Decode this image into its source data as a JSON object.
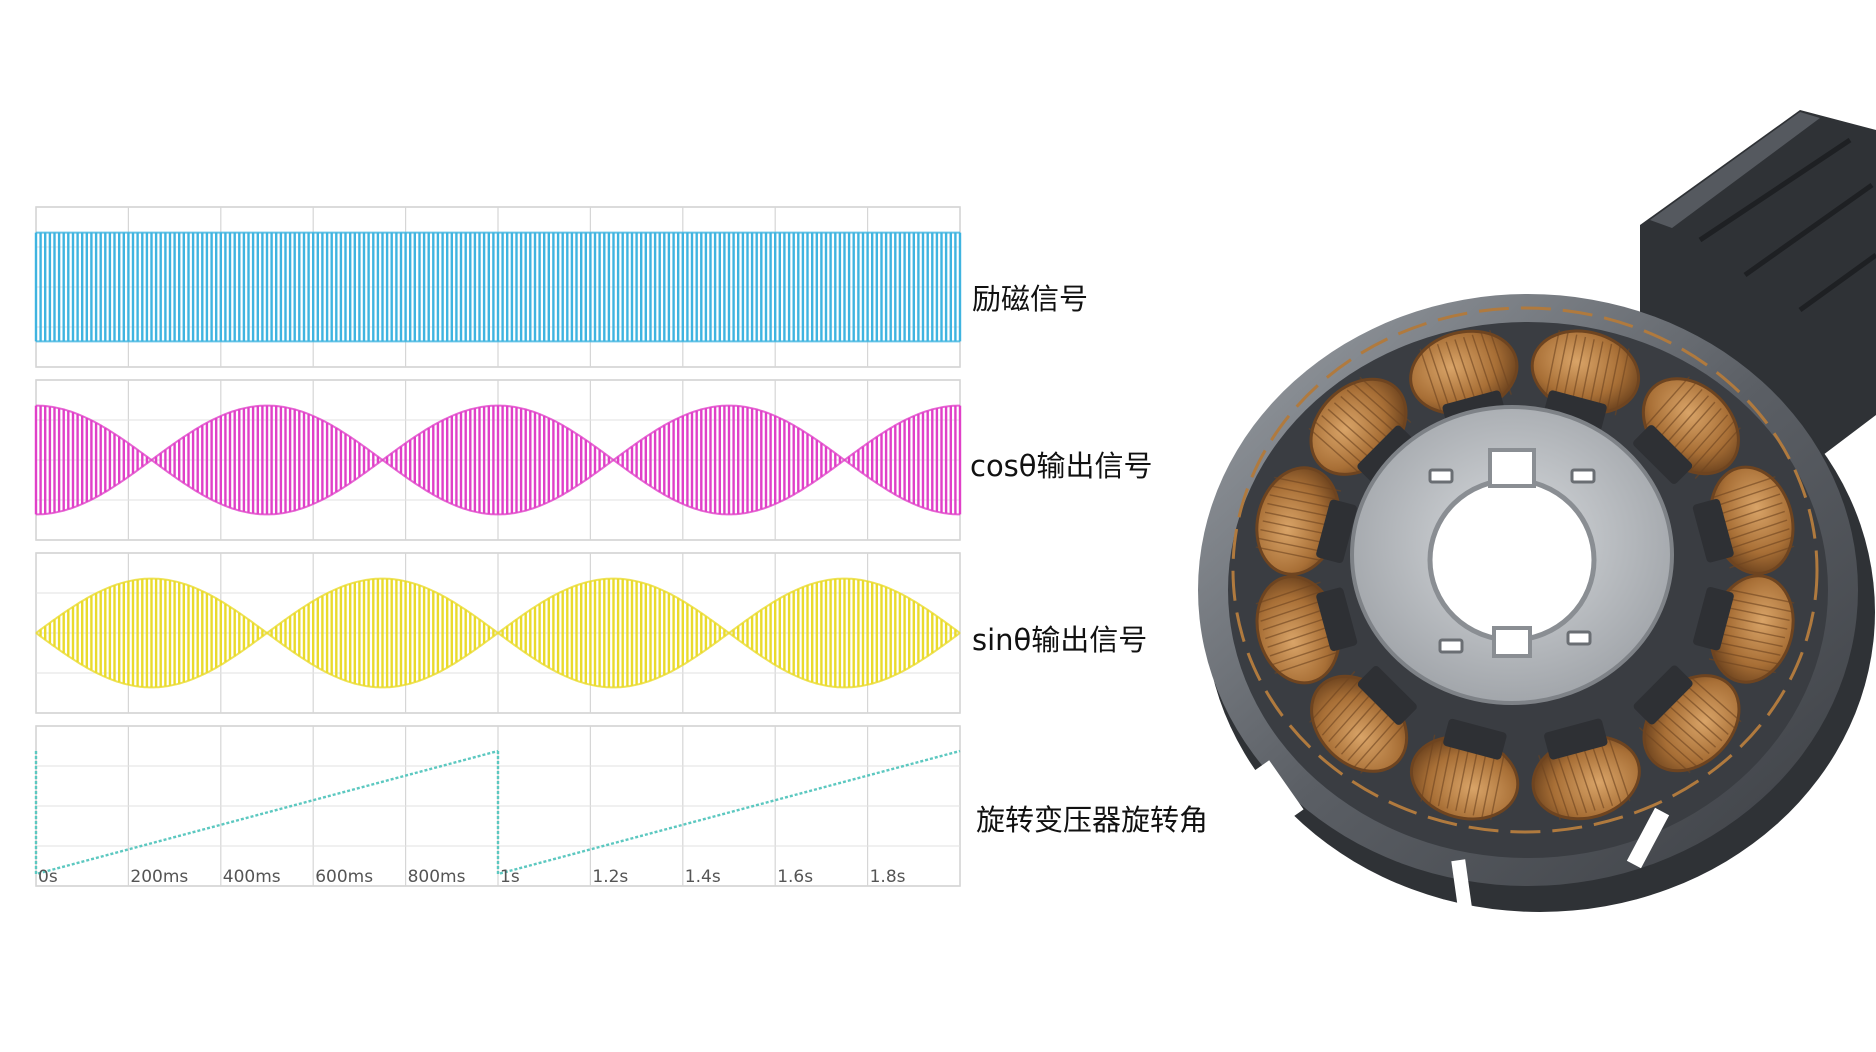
{
  "chart_data": {
    "type": "line",
    "x": {
      "unit": "s",
      "range": [
        0,
        2
      ],
      "ticks": [
        {
          "value": 0,
          "label": "0s"
        },
        {
          "value": 0.2,
          "label": "200ms"
        },
        {
          "value": 0.4,
          "label": "400ms"
        },
        {
          "value": 0.6,
          "label": "600ms"
        },
        {
          "value": 0.8,
          "label": "800ms"
        },
        {
          "value": 1.0,
          "label": "1s"
        },
        {
          "value": 1.2,
          "label": "1.2s"
        },
        {
          "value": 1.4,
          "label": "1.4s"
        },
        {
          "value": 1.6,
          "label": "1.6s"
        },
        {
          "value": 1.8,
          "label": "1.8s"
        }
      ]
    },
    "grid": true,
    "series": [
      {
        "name": "励磁信号",
        "kind": "carrier",
        "color": "#3fb4e0",
        "amplitude": 1.0,
        "carrier_cycles": 100
      },
      {
        "name": "cosθ输出信号",
        "kind": "modulated",
        "envelope": "cos",
        "color": "#e040c8",
        "amplitude": 1.0,
        "envelope_zeros_s": [
          0.25,
          0.75,
          1.25,
          1.75
        ],
        "carrier_cycles": 100
      },
      {
        "name": "sinθ输出信号",
        "kind": "modulated",
        "envelope": "sin",
        "color": "#eadb2c",
        "amplitude": 1.0,
        "envelope_zeros_s": [
          0,
          0.5,
          1.0,
          1.5,
          2.0
        ],
        "carrier_cycles": 100
      },
      {
        "name": "旋转变压器旋转角",
        "kind": "sawtooth",
        "color": "#5cc8c0",
        "period_s": 1.0,
        "range": [
          0,
          1
        ]
      }
    ]
  },
  "photo": {
    "subject": "resolver-stator-with-copper-coils",
    "colors": {
      "housing": "#4a4d52",
      "housing_light": "#8a8f96",
      "core": "#2e3034",
      "copper": "#b07a3e",
      "copper_dark": "#6e4420",
      "hub": "#bfc2c6"
    }
  }
}
